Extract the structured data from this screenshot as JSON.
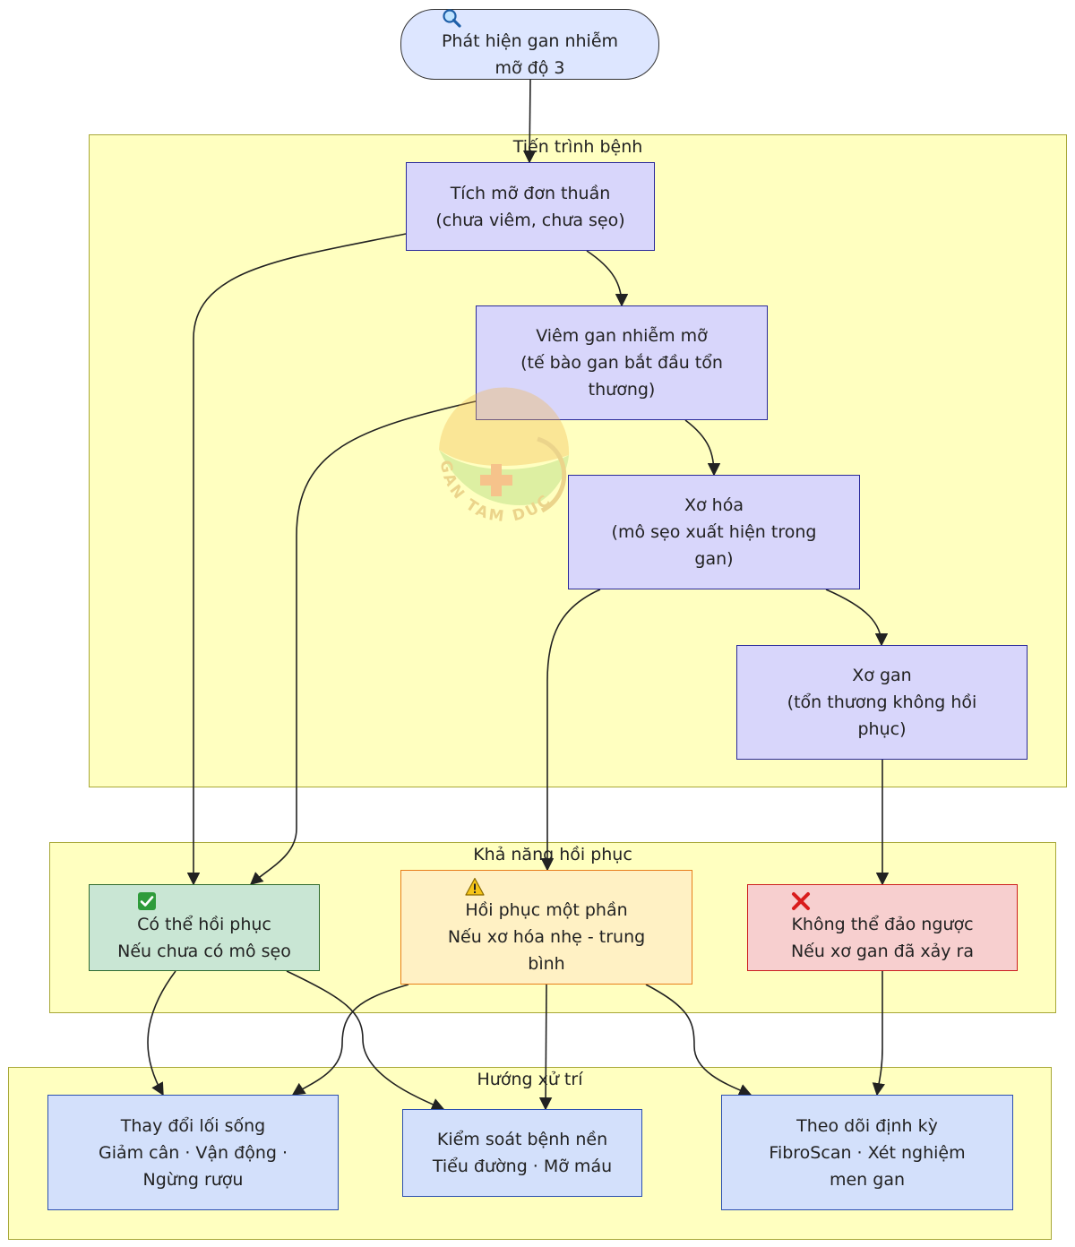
{
  "clusters": {
    "progression": "Tiến trình bệnh",
    "recovery": "Khả năng hồi phục",
    "management": "Hướng xử trí"
  },
  "nodes": {
    "start": [
      "Phát hiện gan nhiễm",
      "mỡ độ 3"
    ],
    "steatosis": [
      "Tích mỡ đơn thuần",
      "(chưa viêm, chưa sẹo)"
    ],
    "steatohepatitis": [
      "Viêm gan nhiễm mỡ",
      "(tế bào gan bắt đầu tổn",
      "thương)"
    ],
    "fibrosis": [
      "Xơ hóa",
      "(mô sẹo xuất hiện trong",
      "gan)"
    ],
    "cirrhosis": [
      "Xơ gan",
      "(tổn thương không hồi",
      "phục)"
    ],
    "reversible": [
      "Có thể hồi phục",
      "Nếu chưa có mô sẹo"
    ],
    "partial": [
      "Hồi phục một phần",
      "Nếu xơ hóa nhẹ - trung",
      "bình"
    ],
    "irreversible": [
      "Không thể đảo ngược",
      "Nếu xơ gan đã xảy ra"
    ],
    "lifestyle": [
      "Thay đổi lối sống",
      "Giảm cân · Vận động ·",
      "Ngừng rượu"
    ],
    "comorbidity": [
      "Kiểm soát bệnh nền",
      "Tiểu đường · Mỡ máu"
    ],
    "monitoring": [
      "Theo dõi định kỳ",
      "FibroScan · Xét nghiệm",
      "men gan"
    ]
  },
  "icons": {
    "start": "magnifier-icon",
    "reversible": "check-mark-icon",
    "partial": "warning-icon",
    "irreversible": "cross-mark-icon"
  },
  "watermark": "GAN TAM DUC",
  "colors": {
    "cluster_fill": "#ffffc0",
    "progression_fill": "#d8d6fb",
    "reversible_fill": "#c9e6d4",
    "partial_fill": "#fff1c4",
    "irreversible_fill": "#f7cfcf",
    "management_fill": "#d3e0fb",
    "start_fill": "#dde6ff"
  }
}
